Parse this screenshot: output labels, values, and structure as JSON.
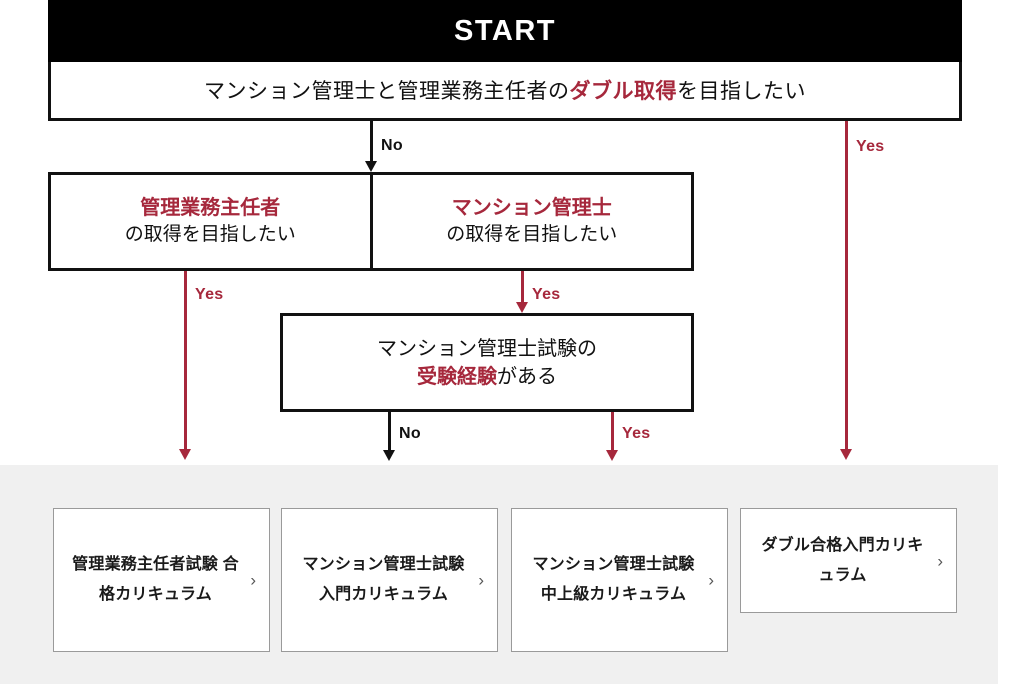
{
  "start": {
    "label": "START"
  },
  "question_main": {
    "prefix": "マンション管理士と管理業務主任者の",
    "highlight": "ダブル取得",
    "suffix": "を目指したい"
  },
  "row2": {
    "left": {
      "title": "管理業務主任者",
      "subtitle": "の取得を目指したい"
    },
    "right": {
      "title": "マンション管理士",
      "subtitle": "の取得を目指したい"
    }
  },
  "row3": {
    "line1": "マンション管理士試験の",
    "highlight": "受験経験",
    "line2_suffix": "がある"
  },
  "arrows": {
    "start_no": "No",
    "start_yes": "Yes",
    "left_yes": "Yes",
    "mid_yes": "Yes",
    "bottom_no": "No",
    "bottom_yes": "Yes"
  },
  "cards": [
    {
      "text": "管理業務主任者試験 合格カリキュラム",
      "chevron": "›"
    },
    {
      "text": "マンション管理士試験 入門カリキュラム",
      "chevron": "›"
    },
    {
      "text": "マンション管理士試験 中上級カリキュラム",
      "chevron": "›"
    },
    {
      "text": "ダブル合格入門カリキュラム",
      "chevron": "›"
    }
  ],
  "colors": {
    "accent_red": "#a6283c",
    "header_black": "#000000",
    "band_gray": "#f0f0f0",
    "card_border": "#9a9a9a"
  }
}
